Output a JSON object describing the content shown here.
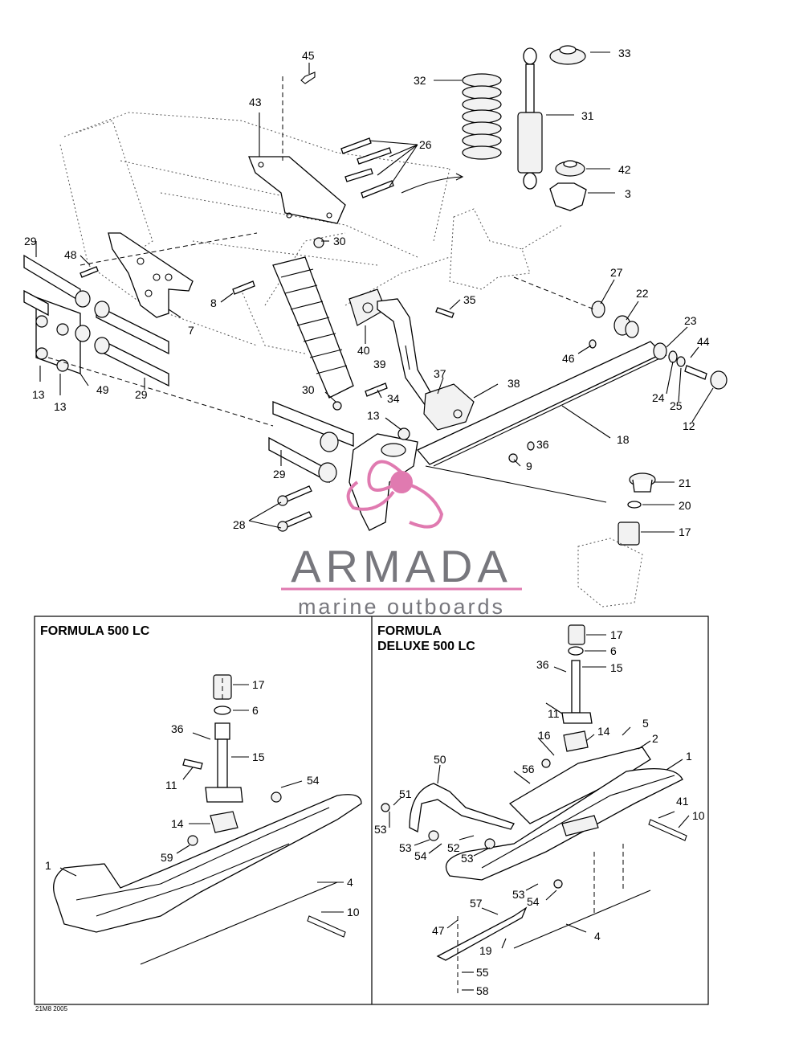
{
  "brand": {
    "name": "ARMADA",
    "tagline": "marine outboards",
    "accent_color": "#e07ab0",
    "text_color": "#77777d"
  },
  "panels": {
    "left_title": "FORMULA 500 LC",
    "right_title_line1": "FORMULA",
    "right_title_line2": "DELUXE 500 LC"
  },
  "reference_code": "21M8 2005",
  "callouts": {
    "top": [
      "45",
      "43",
      "26",
      "32",
      "33",
      "31",
      "42",
      "3",
      "29",
      "48",
      "30",
      "8",
      "7",
      "27",
      "22",
      "35",
      "23",
      "44",
      "40",
      "46",
      "12",
      "13",
      "13",
      "49",
      "29",
      "39",
      "37",
      "38",
      "30",
      "34",
      "24",
      "25",
      "18",
      "13",
      "36",
      "9",
      "29",
      "28",
      "21",
      "20",
      "17"
    ],
    "left": [
      "17",
      "6",
      "36",
      "15",
      "11",
      "54",
      "14",
      "59",
      "1",
      "4",
      "10"
    ],
    "right": [
      "17",
      "6",
      "36",
      "15",
      "11",
      "5",
      "16",
      "14",
      "2",
      "1",
      "50",
      "56",
      "51",
      "53",
      "41",
      "10",
      "52",
      "53",
      "54",
      "53",
      "53",
      "54",
      "57",
      "47",
      "19",
      "4",
      "55",
      "58"
    ]
  }
}
